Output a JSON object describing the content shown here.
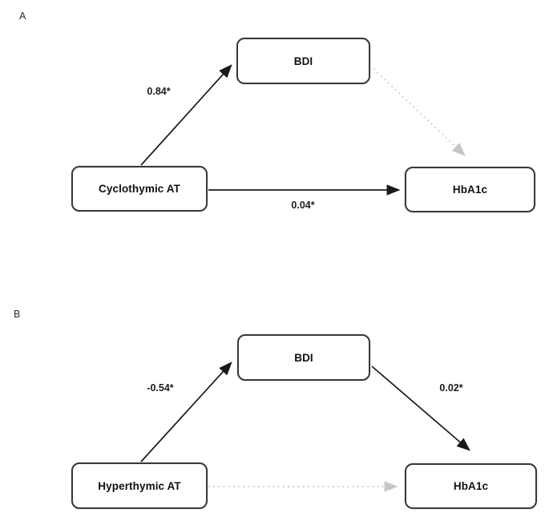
{
  "figure": {
    "panel_a": {
      "label": "A",
      "nodes": {
        "predictor": "Cyclothymic AT",
        "mediator": "BDI",
        "outcome": "HbA1c"
      },
      "edges": {
        "predictor_to_mediator": {
          "label": "0.84*",
          "line_style": "solid"
        },
        "predictor_to_outcome": {
          "label": "0.04*",
          "line_style": "solid"
        },
        "mediator_to_outcome": {
          "line_style": "dotted"
        }
      }
    },
    "panel_b": {
      "label": "B",
      "nodes": {
        "predictor": "Hyperthymic AT",
        "mediator": "BDI",
        "outcome": "HbA1c"
      },
      "edges": {
        "predictor_to_mediator": {
          "label": "-0.54*",
          "line_style": "solid"
        },
        "mediator_to_outcome": {
          "label": "0.02*",
          "line_style": "solid"
        },
        "predictor_to_outcome": {
          "line_style": "dotted"
        }
      }
    },
    "colors": {
      "background": "#ffffff",
      "box_border": "#3a3a3a",
      "solid_arrow": "#1a1a1a",
      "dotted_arrow": "#c6c6c6",
      "text": "#111111"
    }
  }
}
